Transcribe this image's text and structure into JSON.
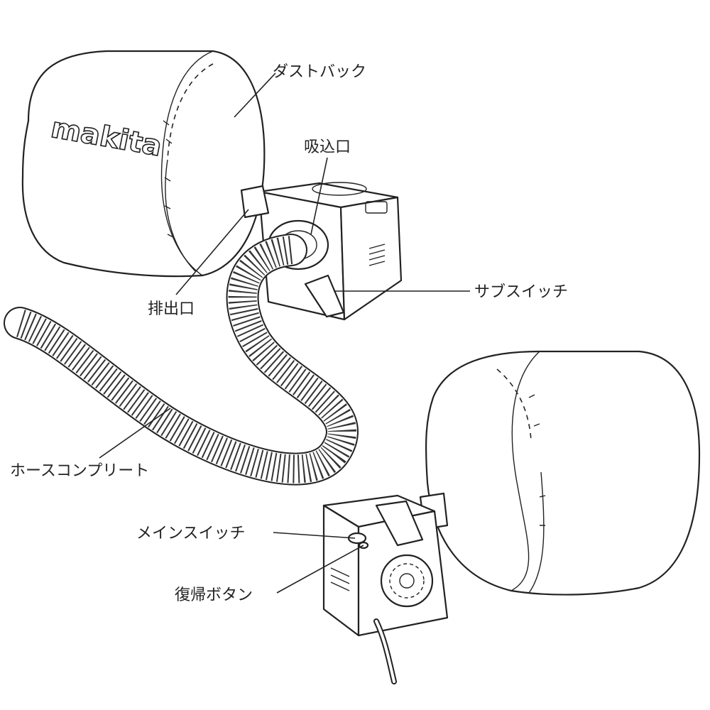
{
  "brand_logo": "makita",
  "labels": {
    "dust_bag": "ダストバック",
    "intake_port": "吸込口",
    "exhaust_port": "排出口",
    "sub_switch": "サブスイッチ",
    "hose_complete": "ホースコンプリート",
    "main_switch": "メインスイッチ",
    "reset_button": "復帰ボタン"
  }
}
